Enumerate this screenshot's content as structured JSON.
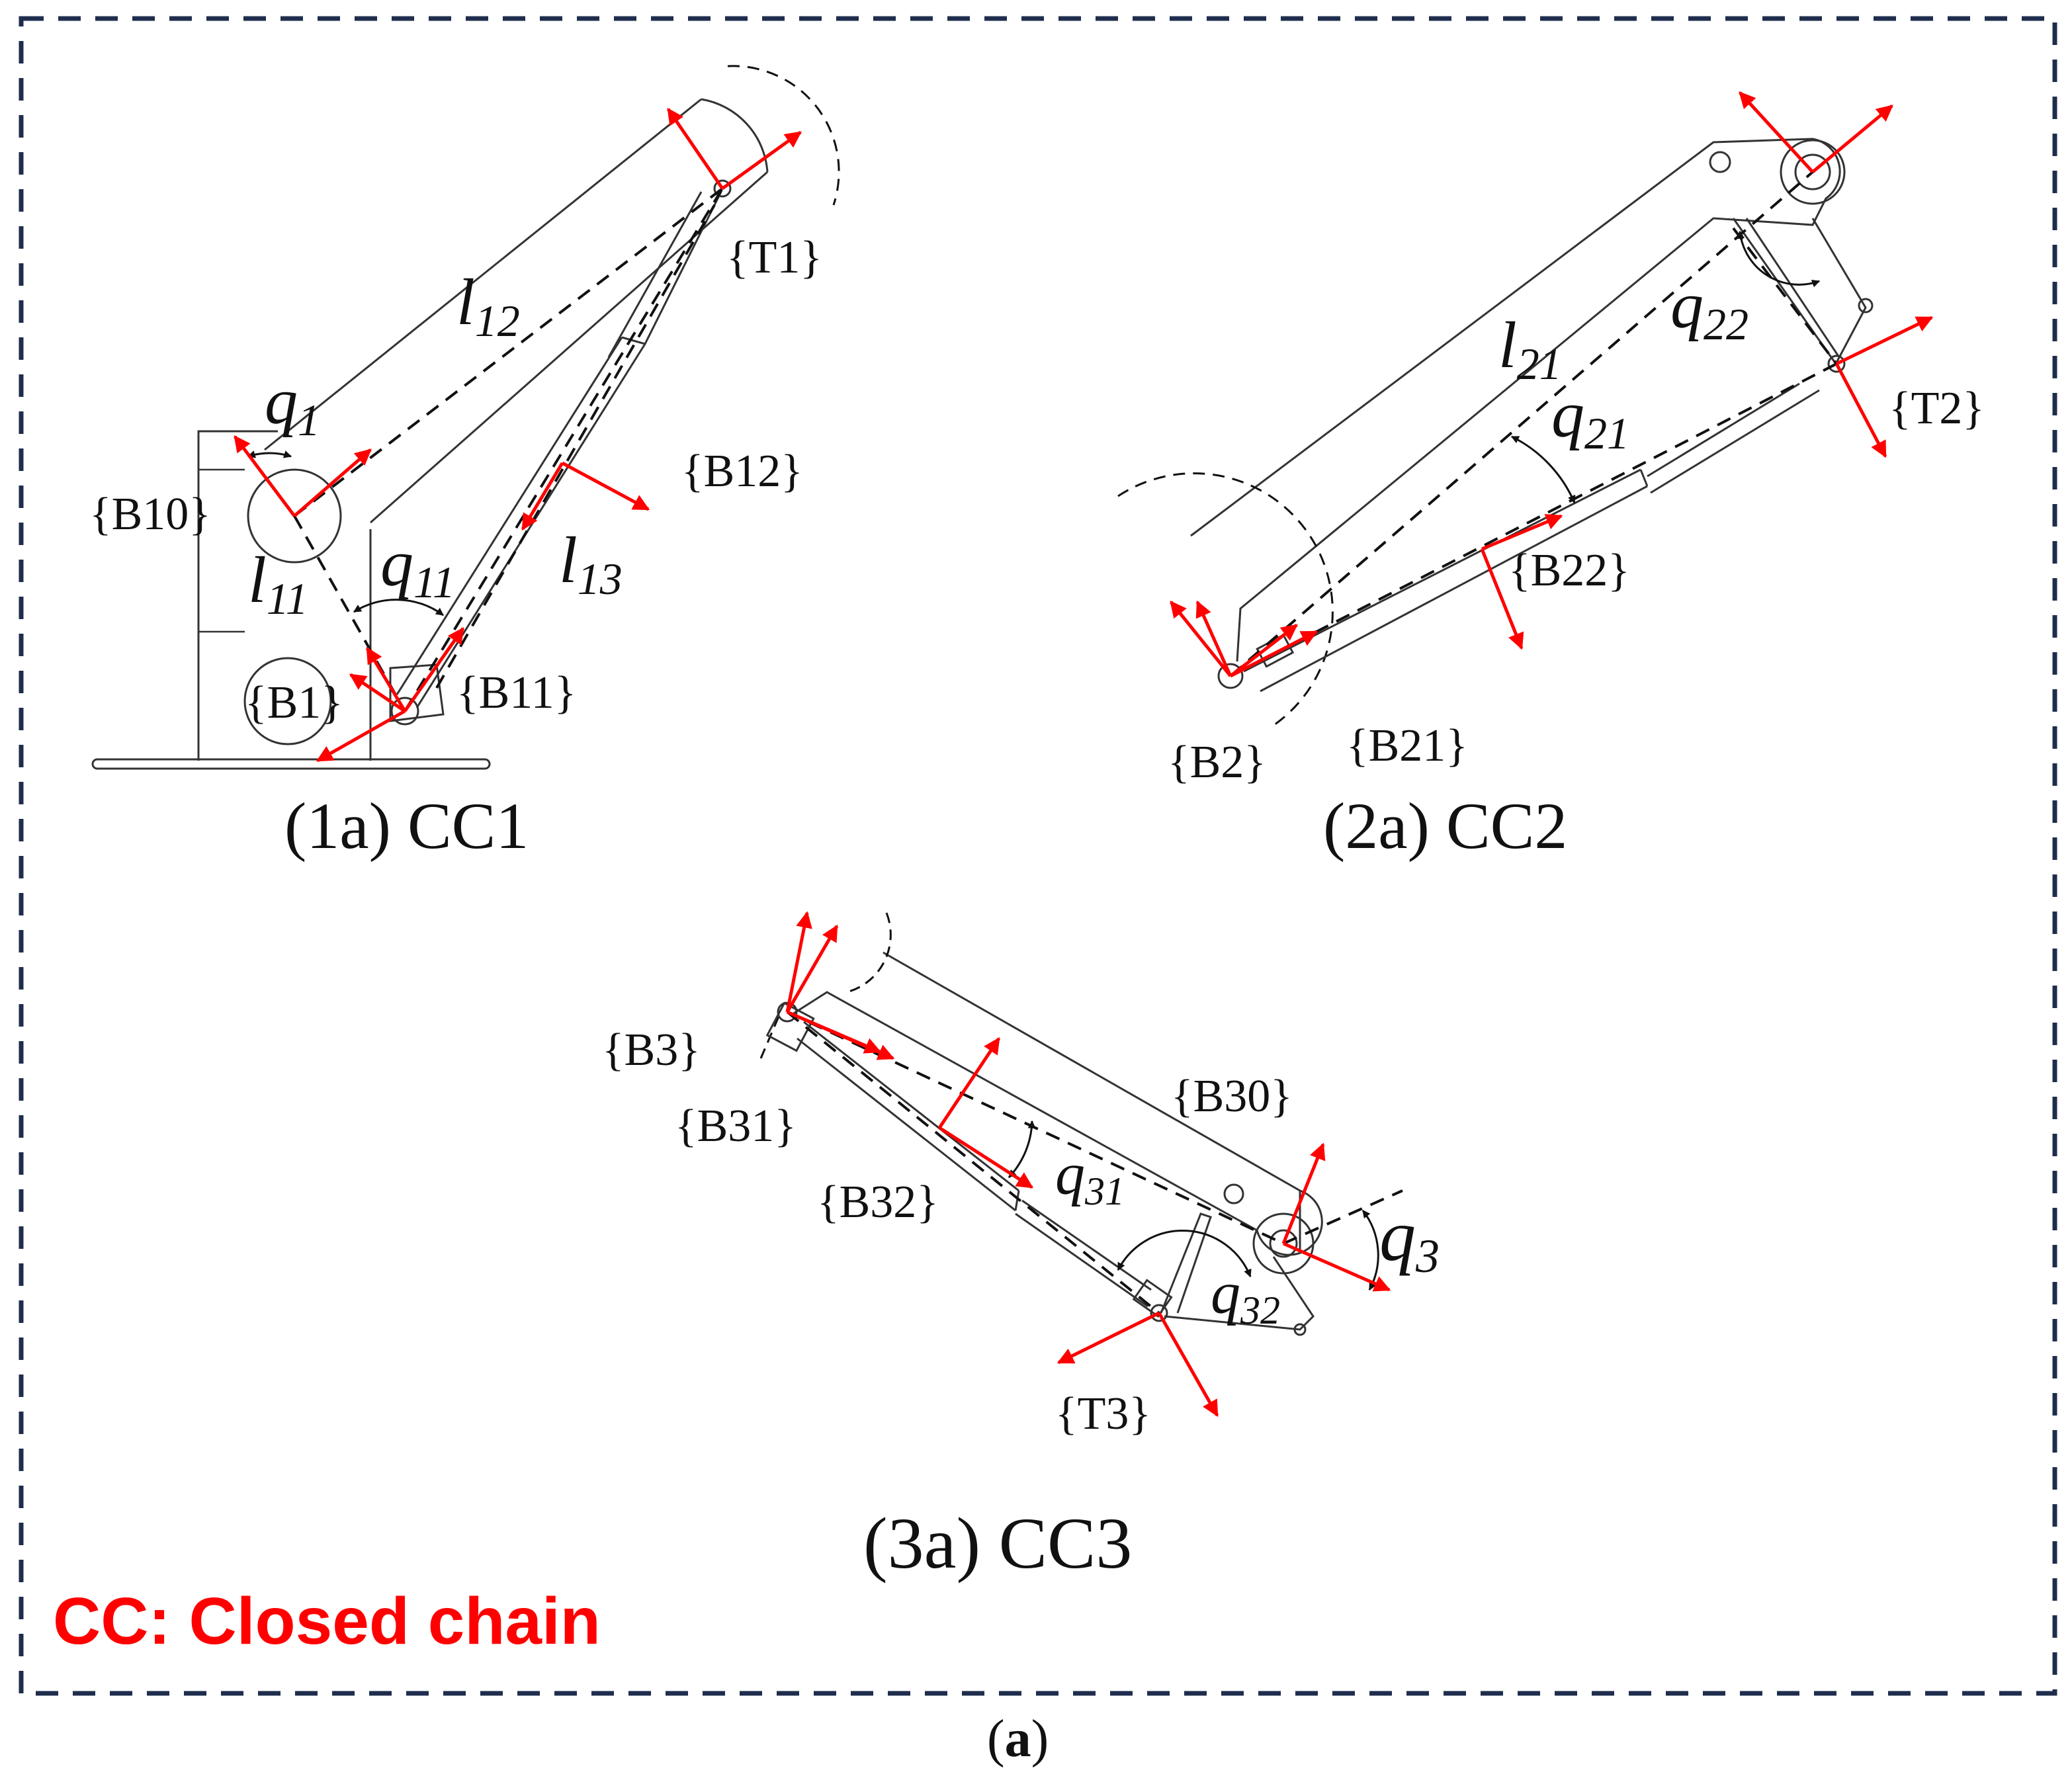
{
  "legend": "CC: Closed chain",
  "caption_letter": "a",
  "panels": {
    "cc1": {
      "caption": "(1a) CC1",
      "frames": [
        "{T1}",
        "{B10}",
        "{B1}",
        "{B11}",
        "{B12}"
      ],
      "lengths": [
        "l",
        "12",
        "l",
        "11",
        "l",
        "13"
      ],
      "angles": [
        "q",
        "1",
        "q",
        "11"
      ]
    },
    "cc2": {
      "caption": "(2a) CC2",
      "frames": [
        "{T2}",
        "{B22}",
        "{B2}",
        "{B21}"
      ],
      "lengths": [
        "l",
        "21"
      ],
      "angles": [
        "q",
        "22",
        "q",
        "21"
      ]
    },
    "cc3": {
      "caption": "(3a) CC3",
      "frames": [
        "{B3}",
        "{B31}",
        "{B30}",
        "{B32}",
        "{T3}"
      ],
      "angles": [
        "q",
        "31",
        "q",
        "3",
        "q",
        "32"
      ]
    }
  },
  "colors": {
    "frame_border": "#1f2d4d",
    "axis_arrow": "#ff0000",
    "legend_text": "#ff0000"
  }
}
